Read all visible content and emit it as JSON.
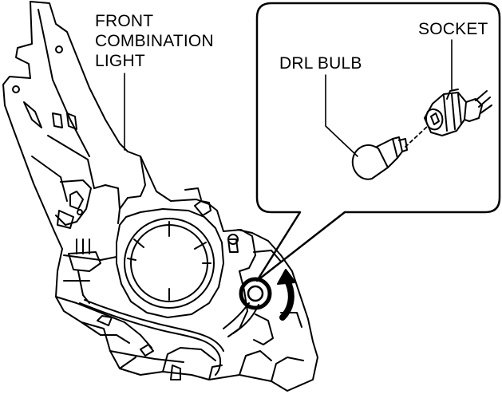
{
  "figure": {
    "type": "technical-illustration",
    "labels": {
      "assembly_line1": "FRONT",
      "assembly_line2": "COMBINATION",
      "assembly_line3": "LIGHT",
      "socket": "SOCKET",
      "bulb": "DRL BULB"
    },
    "inset": {
      "shows": [
        "DRL BULB",
        "SOCKET"
      ],
      "callout_target": "bulb-socket-location"
    },
    "colors": {
      "line": "#000000",
      "background": "#ffffff"
    }
  }
}
